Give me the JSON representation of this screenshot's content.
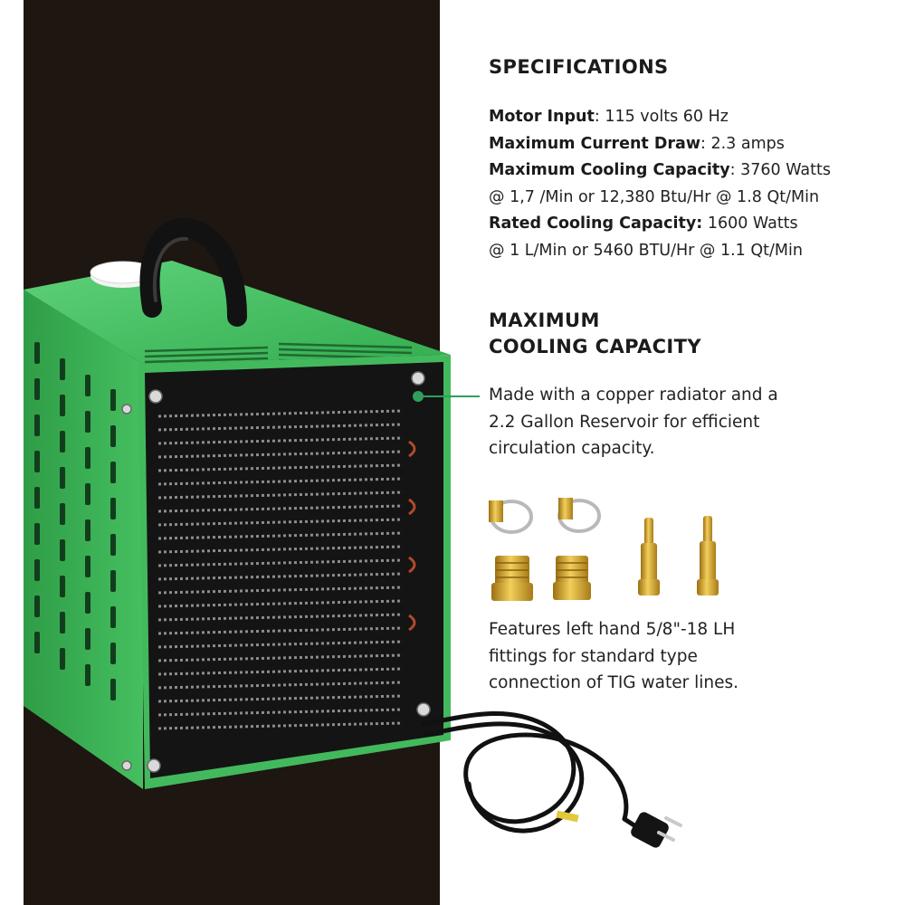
{
  "specifications": {
    "heading": "SPECIFICATIONS",
    "items": [
      {
        "label": "Motor Input",
        "sep": ": ",
        "value": "115 volts 60 Hz"
      },
      {
        "label": "Maximum Current Draw",
        "sep": ": ",
        "value": "2.3 amps"
      },
      {
        "label": "Maximum Cooling Capacity",
        "sep": ": ",
        "value": "3760 Watts"
      },
      {
        "label": "",
        "sep": "",
        "value": "@ 1,7 /Min or 12,380 Btu/Hr @ 1.8 Qt/Min"
      },
      {
        "label": "Rated Cooling Capacity:",
        "sep": " ",
        "value": "1600 Watts"
      },
      {
        "label": "",
        "sep": "",
        "value": "@ 1 L/Min or 5460 BTU/Hr @ 1.1 Qt/Min"
      }
    ]
  },
  "cooling": {
    "heading_line1": "MAXIMUM",
    "heading_line2": "COOLING CAPACITY",
    "description": "Made with a copper radiator and a 2.2 Gallon Reservoir for efficient circulation capacity."
  },
  "fittings": {
    "description": "Features left hand 5/8\"-18 LH fittings for standard type connection of TIG water lines."
  },
  "colors": {
    "background": "#ffffff",
    "dark_panel": "#1e1611",
    "body_green": "#38b554",
    "callout_green": "#2f9f5c",
    "brass": "#d4a52c"
  },
  "icons": [
    "water-cooler-illustration",
    "hose-clamp-icon",
    "brass-adapter-icon",
    "brass-hose-barb-icon",
    "power-cord-icon"
  ]
}
